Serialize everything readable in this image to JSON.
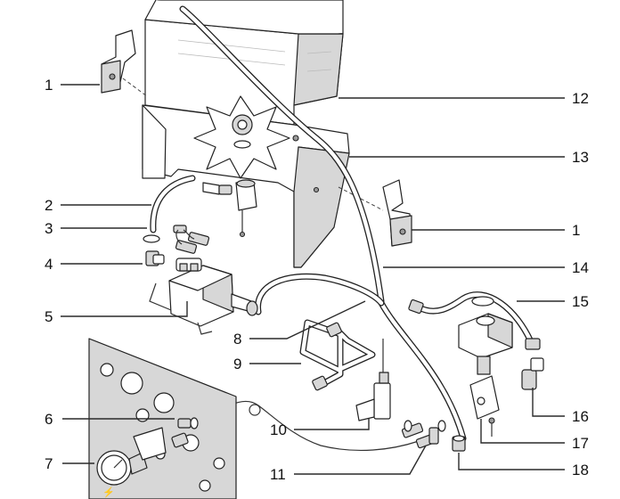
{
  "diagram": {
    "callouts": [
      {
        "id": "c1a",
        "label": "1"
      },
      {
        "id": "c2",
        "label": "2"
      },
      {
        "id": "c3",
        "label": "3"
      },
      {
        "id": "c4",
        "label": "4"
      },
      {
        "id": "c5",
        "label": "5"
      },
      {
        "id": "c6",
        "label": "6"
      },
      {
        "id": "c7",
        "label": "7"
      },
      {
        "id": "c8",
        "label": "8"
      },
      {
        "id": "c9",
        "label": "9"
      },
      {
        "id": "c10",
        "label": "10"
      },
      {
        "id": "c11",
        "label": "11"
      },
      {
        "id": "c12",
        "label": "12"
      },
      {
        "id": "c13",
        "label": "13"
      },
      {
        "id": "c1b",
        "label": "1"
      },
      {
        "id": "c14",
        "label": "14"
      },
      {
        "id": "c15",
        "label": "15"
      },
      {
        "id": "c16",
        "label": "16"
      },
      {
        "id": "c17",
        "label": "17"
      },
      {
        "id": "c18",
        "label": "18"
      }
    ]
  }
}
